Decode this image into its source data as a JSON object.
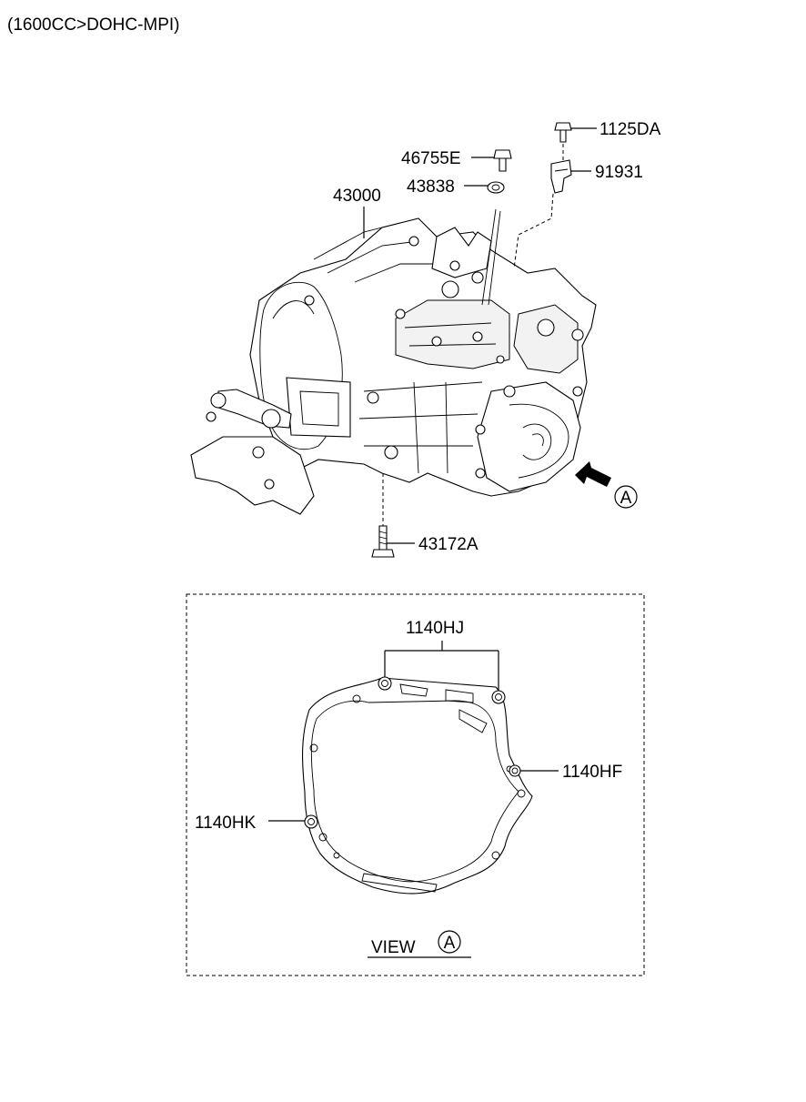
{
  "header": {
    "engine_spec": "(1600CC>DOHC-MPI)"
  },
  "callouts": {
    "transaxle_assembly": "43000",
    "bolt_46755e": "46755E",
    "plug_43838": "43838",
    "bolt_1125da": "1125DA",
    "bracket_91931": "91931",
    "bolt_43172a": "43172A",
    "view_marker": "A"
  },
  "view_a": {
    "title": "VIEW",
    "marker": "A",
    "callouts": {
      "top_bolts": "1140HJ",
      "right_bolt": "1140HF",
      "left_bolt": "1140HK"
    }
  }
}
